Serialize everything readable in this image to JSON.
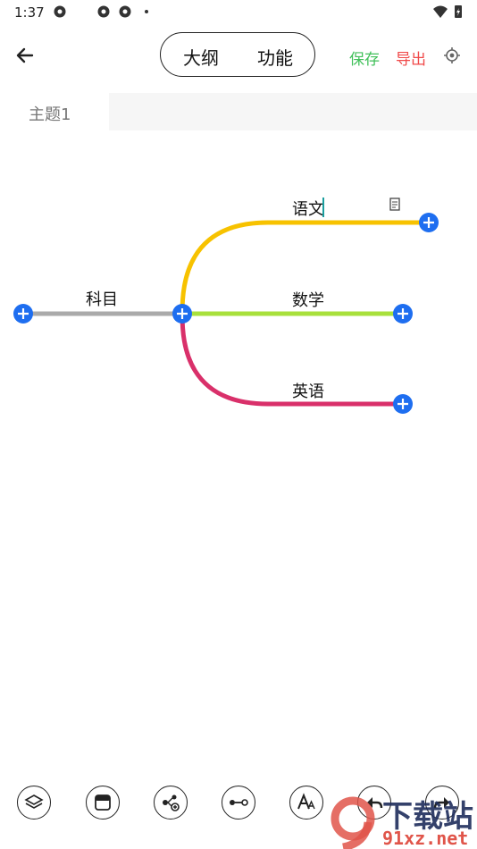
{
  "status": {
    "time": "1:37"
  },
  "header": {
    "segments": [
      "大纲",
      "功能"
    ],
    "save_label": "保存",
    "export_label": "导出"
  },
  "tabs": [
    "主题1"
  ],
  "mindmap": {
    "root": "科目",
    "children": [
      "语文",
      "数学",
      "英语"
    ],
    "branch_colors": [
      "#f7c200",
      "#a8e03c",
      "#d9306a"
    ],
    "root_line_color": "#aaaaaa",
    "plus_color": "#1e6ef0"
  },
  "watermark": {
    "brand": "9下载站",
    "url": "91xz.net"
  }
}
